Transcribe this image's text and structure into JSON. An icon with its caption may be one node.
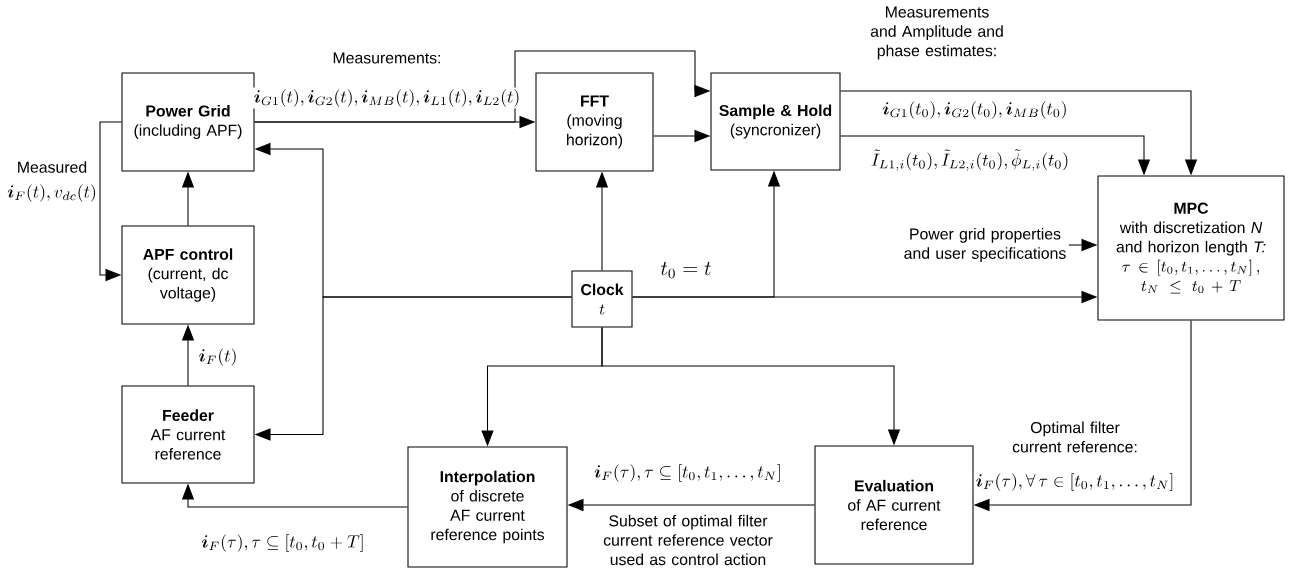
{
  "diagram": {
    "nodes": [
      {
        "text": [
          "Power Grid",
          "(including APF)"
        ]
      },
      {
        "text": [
          "FFT",
          "(moving horizon)"
        ]
      },
      {
        "text": [
          "Sample & Hold",
          "(syncronizer)"
        ]
      },
      {
        "text": [
          "APF control",
          "(current, dc voltage)"
        ]
      },
      {
        "text": [
          "Clock",
          "t"
        ]
      },
      {
        "text": [
          "MPC",
          "with discretization *N* and horizon length *T:*",
          "\\tau\\in\\left[t_0,t_1,\\ldots,t_N\\right],",
          "t_N\\leq t_0+T"
        ]
      },
      {
        "text": [
          "Feeder",
          "AF current reference"
        ]
      },
      {
        "text": [
          "Interpolation",
          "of discrete AF current reference points"
        ]
      },
      {
        "text": [
          "Evaluation",
          "of AF current reference"
        ]
      },
      {
        "text": [
          "Power grid properties and user specifications"
        ]
      }
    ],
    "edges": [
      {
        "from": 0,
        "to": 1,
        "arrow": "to",
        "label": "\\boldsymbol{i}_{G1}(t),\\boldsymbol{i}_{G2}(t),\\boldsymbol{i}_{MB}(t),\\boldsymbol{i}_{L1}(t),\\boldsymbol{i}_{L2}(t)"
      },
      {
        "from": 0,
        "to": 2,
        "arrow": "to"
      },
      {
        "from": 1,
        "to": 2,
        "arrow": "to"
      },
      {
        "from": 2,
        "to": 5,
        "arrow": "to",
        "label": "\\boldsymbol{i}_{G1}(t_0),\\boldsymbol{i}_{G2}(t_0),\\boldsymbol{i}_{MB}(t_0)"
      },
      {
        "from": 2,
        "to": 5,
        "arrow": "to",
        "label": "\\tilde{I}_{L1,i}(t_0),\\tilde{I}_{L2,i}(t_0),\\tilde{\\phi}_{L,i}(t_0)"
      },
      {
        "from": 0,
        "to": 3,
        "arrow": "to",
        "label": "\\boldsymbol{i}_F(t),v_{dc}(t)"
      },
      {
        "from": 3,
        "to": 0,
        "arrow": "to"
      },
      {
        "from": 6,
        "to": 3,
        "arrow": "to",
        "label": "\\boldsymbol{i}_F(t)"
      },
      {
        "from": 4,
        "to": 1,
        "arrow": "to"
      },
      {
        "from": 4,
        "to": 2,
        "arrow": "to",
        "label": "t_0=t"
      },
      {
        "from": 4,
        "to": 5,
        "arrow": "to"
      },
      {
        "from": 4,
        "to": 0,
        "arrow": "to"
      },
      {
        "from": 4,
        "to": 6,
        "arrow": "to"
      },
      {
        "from": 4,
        "to": 7,
        "arrow": "to"
      },
      {
        "from": 4,
        "to": 8,
        "arrow": "to"
      },
      {
        "from": 5,
        "to": 8,
        "arrow": "to",
        "label": "\\boldsymbol{i}_F(\\tau),\\forall\\,\\tau\\in\\left[t_0,t_1,\\ldots,t_N\\right]"
      },
      {
        "from": 8,
        "to": 7,
        "arrow": "to",
        "label": "\\boldsymbol{i}_F(\\tau),\\tau\\subseteq\\left[t_0,t_1,\\ldots,t_N\\right]"
      },
      {
        "from": 7,
        "to": 6,
        "arrow": "to",
        "label": "\\boldsymbol{i}_F(\\tau),\\tau\\subseteq\\left[t_0,t_0+T\\right]"
      },
      {
        "from": 9,
        "to": 5,
        "arrow": "to"
      }
    ],
    "labels": [
      "Measurements and Amplitude and phase estimates:",
      "Measurements:",
      "Measured",
      "Optimal filter current reference:",
      "Subset of optimal filter current reference vector used as control action"
    ]
  }
}
